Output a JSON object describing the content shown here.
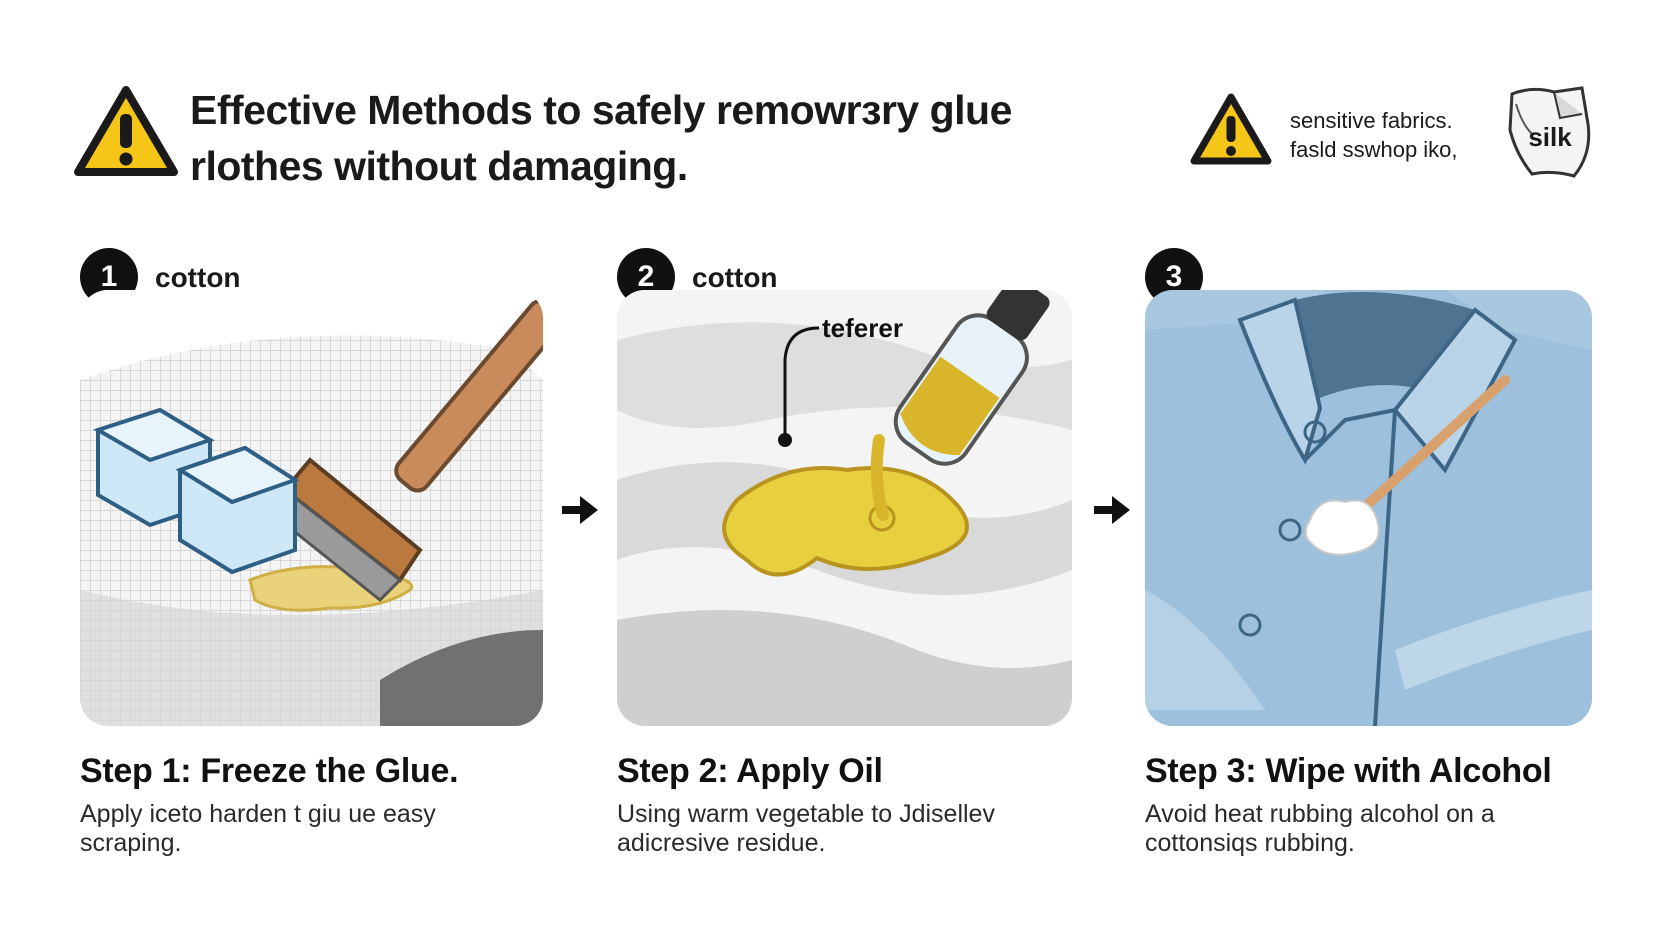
{
  "header": {
    "title_line1": "Effective Methods to safely remowrзry glue",
    "title_line2": "rlothes without damaging."
  },
  "note": {
    "line1": "sensitive fabrics.",
    "line2": "fasld sswhop iko,"
  },
  "silk_tag": "silk",
  "steps": [
    {
      "number": "1",
      "badge_label": "cotton",
      "title": "Step 1: Freeze the Glue.",
      "desc_line1": "Apply iceto harden t giu ue easy",
      "desc_line2": "scraping."
    },
    {
      "number": "2",
      "badge_label": "cotton",
      "callout": "teferer",
      "title": "Step 2: Apply Oil",
      "desc_line1": "Using warm vegetable to Jdisellev",
      "desc_line2": "adicresive residue."
    },
    {
      "number": "3",
      "badge_label": "",
      "title": "Step 3: Wipe with Alcohol",
      "desc_line1": "Avoid heat rubbing alcohol on a",
      "desc_line2": "cottonsiqs rubbing."
    }
  ],
  "colors": {
    "warning_yellow": "#F5C518",
    "oil": "#E8CF3E",
    "shirt_blue": "#9DC1DC",
    "ice_blue": "#CFE8F7",
    "wood": "#C98B5B"
  },
  "icons": {
    "warning": "warning-triangle-icon",
    "arrow": "arrow-right-icon",
    "silk": "silk-fabric-icon"
  }
}
